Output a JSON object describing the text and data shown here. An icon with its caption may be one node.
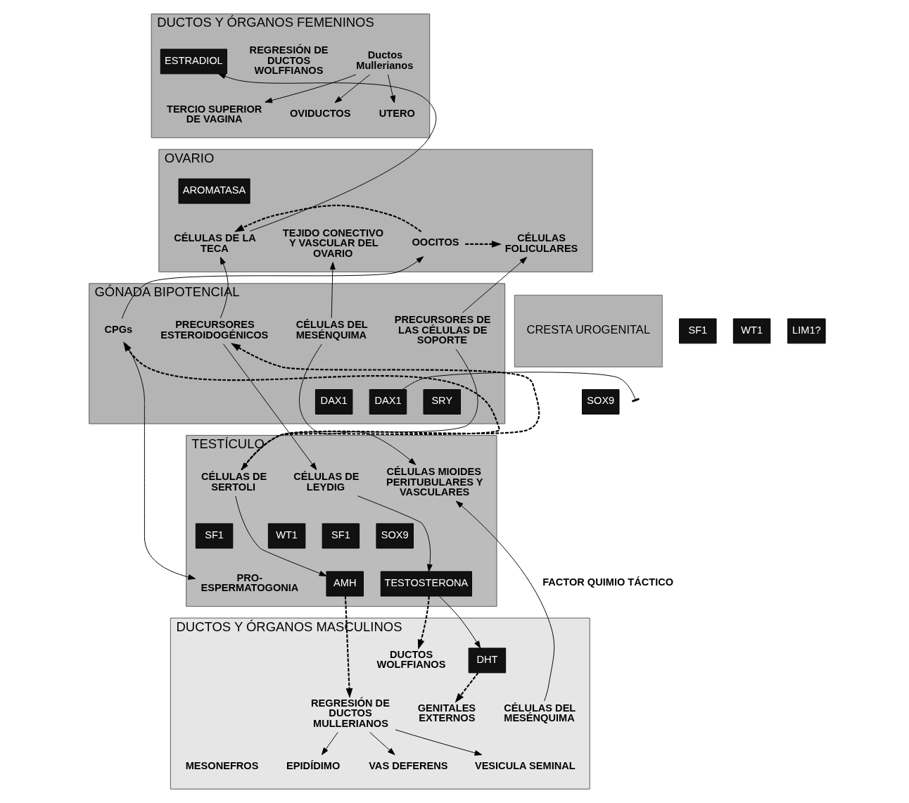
{
  "diagram": {
    "nodes": [
      {
        "text": [
          "DUCTOS Y ÓRGANOS FEMENINOS"
        ]
      },
      {
        "text": [
          "Ductos Mullerianos"
        ],
        "in": 0
      },
      {
        "text": [
          "OVIDUCTOS"
        ],
        "in": 0
      },
      {
        "text": [
          "UTERO"
        ],
        "in": 0
      },
      {
        "text": [
          "TERCIO SUPERIOR DE VAGINA"
        ],
        "in": 0
      },
      {
        "text": [
          "REGRESIÓN DE DUCTOS WOLFFIANOS"
        ],
        "in": 0
      },
      {
        "text": [
          "ESTRADIOL"
        ],
        "in": 0
      },
      {
        "text": [
          "OVARIO"
        ]
      },
      {
        "text": [
          "CÉLULAS FOLICULARES"
        ],
        "in": 7
      },
      {
        "text": [
          "OOCITOS"
        ],
        "in": 7
      },
      {
        "text": [
          "CÉLULAS DE LA TECA"
        ],
        "in": 7
      },
      {
        "text": [
          "TEJIDO CONECTIVO Y VASCULAR DEL OVARIO"
        ],
        "in": 7
      },
      {
        "text": [
          "AROMATASA"
        ],
        "in": 7
      },
      {
        "text": [
          "CRESTA UROGENITAL"
        ]
      },
      {
        "text": [
          "SF1"
        ]
      },
      {
        "text": [
          "WT1"
        ]
      },
      {
        "text": [
          "LIM1?"
        ]
      },
      {
        "text": [
          "GÓNADA BIPOTENCIAL"
        ]
      },
      {
        "text": [
          "PRECURSORES DE LAS CÉLULAS DE SOPORTE"
        ],
        "in": 17
      },
      {
        "text": [
          "CPGs"
        ],
        "in": 17
      },
      {
        "text": [
          "PRECURSORES ESTEROIDOGÉNICOS"
        ],
        "in": 17
      },
      {
        "text": [
          "CÉLULAS DEL MESÉNQUIMA"
        ],
        "in": 17
      },
      {
        "text": [
          "SRY"
        ],
        "in": 17
      },
      {
        "text": [
          "DAX1"
        ],
        "in": 17
      },
      {
        "text": [
          "SOX9"
        ]
      },
      {
        "text": [
          "DAX1"
        ],
        "in": 17
      },
      {
        "text": [
          "TESTÍCULO"
        ]
      },
      {
        "text": [
          "CÉLULAS DE SERTOLI"
        ],
        "in": 26
      },
      {
        "text": [
          "SOX9"
        ],
        "in": 26
      },
      {
        "text": [
          "SF1"
        ],
        "in": 26
      },
      {
        "text": [
          "WT1"
        ],
        "in": 26
      },
      {
        "text": [
          "AMH"
        ],
        "in": 26
      },
      {
        "text": [
          "PRO- ESPERMATOGONIA"
        ],
        "in": 26
      },
      {
        "text": [
          "CÉLULAS DE LEYDIG"
        ],
        "in": 26
      },
      {
        "text": [
          "SF1"
        ],
        "in": 26
      },
      {
        "text": [
          "TESTOSTERONA"
        ],
        "in": 26
      },
      {
        "text": [
          "CÉLULAS MIOIDES PERITUBULARES Y VASCULARES"
        ],
        "in": 26
      },
      {
        "text": [
          "DUCTOS Y ÓRGANOS MASCULINOS"
        ]
      },
      {
        "text": [
          "DUCTOS WOLFFIANOS"
        ],
        "in": 37
      },
      {
        "text": [
          "REGRESIÓN DE DUCTOS MULLERIANOS"
        ],
        "in": 37
      },
      {
        "text": [
          "EPIDÍDIMO"
        ],
        "in": 37
      },
      {
        "text": [
          "VAS DEFERENS"
        ],
        "in": 37
      },
      {
        "text": [
          "VESICULA SEMINAL"
        ],
        "in": 37
      },
      {
        "text": [
          "DHT"
        ],
        "in": 37
      },
      {
        "text": [
          "GENITALES EXTERNOS"
        ],
        "in": 37
      },
      {
        "text": [
          "CÉLULAS DEL MESÉNQUIMA"
        ],
        "in": 37
      },
      {
        "text": [
          "MESONEFROS"
        ],
        "in": 37
      }
    ],
    "edges": [
      {
        "from": 1,
        "to": 2,
        "arrow": "to"
      },
      {
        "from": 1,
        "to": 3,
        "arrow": "to"
      },
      {
        "from": 1,
        "to": 4,
        "arrow": "to"
      },
      {
        "from": 10,
        "to": 6,
        "arrow": "to"
      },
      {
        "from": 9,
        "to": 8,
        "arrow": "to",
        "style": "dashed"
      },
      {
        "from": 9,
        "to": 10,
        "arrow": "to",
        "style": "dashed"
      },
      {
        "from": 18,
        "to": 8,
        "arrow": "to"
      },
      {
        "from": 19,
        "to": 9,
        "arrow": "to"
      },
      {
        "from": 20,
        "to": 10,
        "arrow": "to"
      },
      {
        "from": 21,
        "to": 11,
        "arrow": "to"
      },
      {
        "from": 18,
        "to": 27,
        "arrow": "to"
      },
      {
        "from": 23,
        "to": null,
        "arrow": "other"
      },
      {
        "from": 19,
        "to": 32,
        "arrow": "to"
      },
      {
        "from": 27,
        "to": 19,
        "arrow": "to",
        "style": "dashed"
      },
      {
        "from": 27,
        "to": 20,
        "arrow": "to",
        "style": "dashed"
      },
      {
        "from": 20,
        "to": 33,
        "arrow": "to"
      },
      {
        "from": 21,
        "to": 36,
        "arrow": "to"
      },
      {
        "from": 27,
        "to": 31,
        "arrow": "to"
      },
      {
        "from": 33,
        "to": 35,
        "arrow": "to"
      },
      {
        "from": 31,
        "to": 39,
        "arrow": "to",
        "style": "dashed"
      },
      {
        "from": 35,
        "to": 38,
        "arrow": "to",
        "style": "dashed"
      },
      {
        "from": 35,
        "to": 43,
        "arrow": "to"
      },
      {
        "from": 43,
        "to": 44,
        "arrow": "to",
        "style": "dashed"
      },
      {
        "from": 45,
        "to": 36,
        "arrow": "to",
        "label": "FACTOR QUIMIO TÁCTICO"
      },
      {
        "from": 39,
        "to": 40,
        "arrow": "to"
      },
      {
        "from": 39,
        "to": 41,
        "arrow": "to"
      },
      {
        "from": 39,
        "to": 42,
        "arrow": "to"
      }
    ]
  }
}
